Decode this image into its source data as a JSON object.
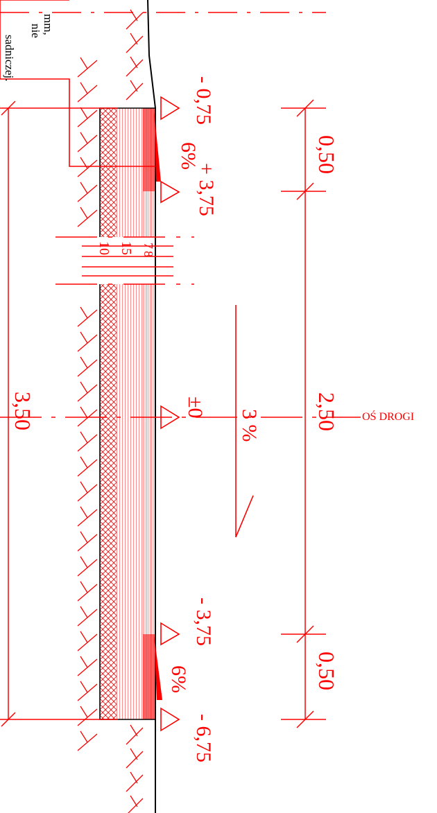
{
  "colors": {
    "line": "#ff0000",
    "ink": "#000000",
    "background": "#ffffff"
  },
  "note_fragments": [
    "mm,",
    "nie",
    "sadniczej."
  ],
  "centerline_label": "OŚ DROGI",
  "elevations": {
    "top_left": "- 0,75",
    "top_right": "+ 3,75",
    "center": "±0",
    "bottom_left": "- 3,75",
    "bottom_right": "- 6,75"
  },
  "slopes": {
    "top_shoulder": "6%",
    "carriageway": "3 %",
    "bottom_shoulder": "6%"
  },
  "dimensions": {
    "top_shoulder_width": "0,50",
    "carriageway_width": "2,50",
    "bottom_shoulder_width": "0,50",
    "total_width": "3,50"
  },
  "layer_thicknesses": [
    "10",
    "15",
    "7",
    "8"
  ]
}
